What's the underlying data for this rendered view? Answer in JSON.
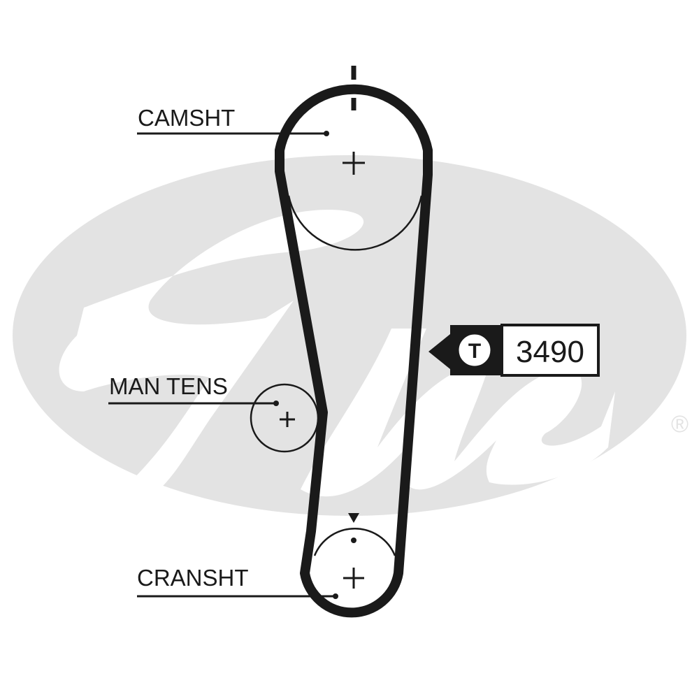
{
  "diagram": {
    "type": "timing-belt-routing",
    "part_number_tag": {
      "icon": "T-circle-icon",
      "icon_letter": "T",
      "number": "3490"
    },
    "pulleys": [
      {
        "id": "camshaft",
        "label": "CAMSHT"
      },
      {
        "id": "manual-tensioner",
        "label": "MAN TENS"
      },
      {
        "id": "crankshaft",
        "label": "CRANSHT"
      }
    ],
    "watermark": {
      "brand": "Gates",
      "registered_mark": "®"
    },
    "colors": {
      "line": "#1a1a1a",
      "watermark_gray": "#e3e3e3",
      "background": "#ffffff"
    }
  }
}
